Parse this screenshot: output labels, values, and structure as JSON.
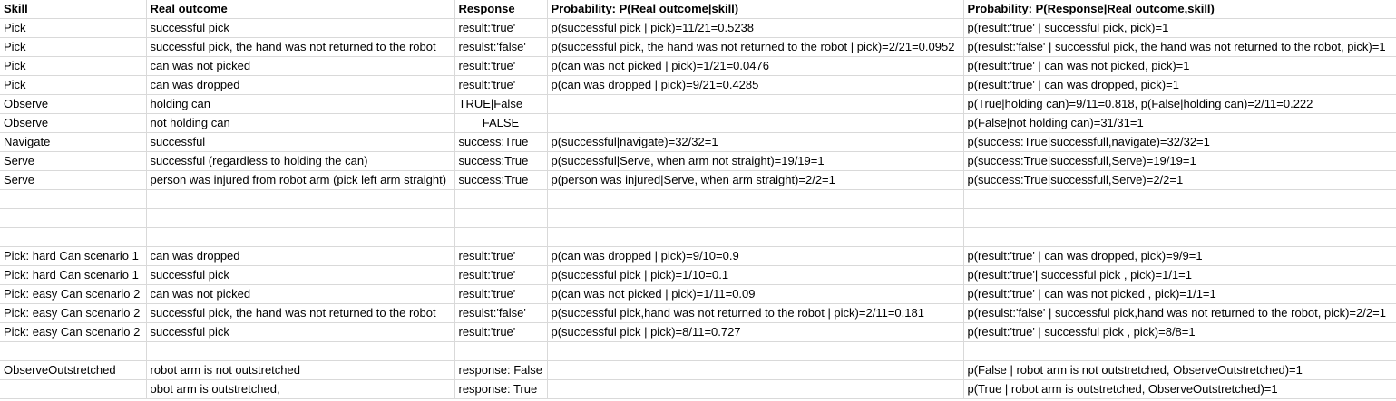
{
  "headers": [
    "Skill",
    "Real outcome",
    "Response",
    "Probability: P(Real outcome|skill)",
    "Probability: P(Response|Real outcome,skill)"
  ],
  "rows": [
    [
      "Pick",
      "successful pick",
      "result:'true'",
      "p(successful pick | pick)=11/21=0.5238",
      "p(result:'true' | successful pick, pick)=1"
    ],
    [
      "Pick",
      "successful pick, the hand was not returned to the robot",
      "resulst:'false'",
      "p(successful pick, the hand was not returned to the robot | pick)=2/21=0.0952",
      "p(resulst:'false' | successful pick, the hand was not returned to the robot, pick)=1"
    ],
    [
      "Pick",
      "can was not picked",
      "result:'true'",
      "p(can was not picked | pick)=1/21=0.0476",
      "p(result:'true' | can was not picked, pick)=1"
    ],
    [
      "Pick",
      "can was dropped",
      "result:'true'",
      "p(can was dropped | pick)=9/21=0.4285",
      "p(result:'true' | can was dropped, pick)=1"
    ],
    [
      "Observe",
      "holding can",
      "TRUE|False",
      "",
      "p(True|holding can)=9/11=0.818,  p(False|holding can)=2/11=0.222"
    ],
    [
      "Observe",
      "not holding can",
      "FALSE",
      "",
      "p(False|not holding can)=31/31=1"
    ],
    [
      "Navigate",
      "successful",
      "success:True",
      "p(successful|navigate)=32/32=1",
      "p(success:True|successfull,navigate)=32/32=1"
    ],
    [
      "Serve",
      "successful (regardless to holding the can)",
      "success:True",
      "p(successful|Serve, when arm not straight)=19/19=1",
      "p(success:True|successfull,Serve)=19/19=1"
    ],
    [
      "Serve",
      "person was injured from robot arm (pick left arm straight)",
      "success:True",
      "p(person was injured|Serve, when arm straight)=2/2=1",
      "p(success:True|successfull,Serve)=2/2=1"
    ],
    [
      "",
      "",
      "",
      "",
      ""
    ],
    [
      "",
      "",
      "",
      "",
      ""
    ],
    [
      "",
      "",
      "",
      "",
      ""
    ],
    [
      "Pick: hard Can scenario 1",
      "can was dropped",
      "result:'true'",
      "p(can was dropped | pick)=9/10=0.9",
      "p(result:'true' | can was dropped, pick)=9/9=1"
    ],
    [
      "Pick: hard Can scenario 1",
      "successful pick",
      "result:'true'",
      "p(successful pick | pick)=1/10=0.1",
      "p(result:'true'| successful pick , pick)=1/1=1"
    ],
    [
      "Pick: easy Can scenario 2",
      "can was not picked",
      "result:'true'",
      "p(can was not picked | pick)=1/11=0.09",
      "p(result:'true' | can was not picked , pick)=1/1=1"
    ],
    [
      "Pick: easy Can scenario 2",
      "successful pick, the hand was not returned to the robot",
      "resulst:'false'",
      "p(successful pick,hand was not returned to the robot | pick)=2/11=0.181",
      "p(resulst:'false' | successful pick,hand was not returned to the robot, pick)=2/2=1"
    ],
    [
      "Pick: easy Can scenario 2",
      "successful pick",
      "result:'true'",
      "p(successful pick | pick)=8/11=0.727",
      "p(result:'true' | successful pick , pick)=8/8=1"
    ],
    [
      "",
      "",
      "",
      "",
      ""
    ],
    [
      "ObserveOutstretched",
      "robot arm is not outstretched",
      "response: False",
      "",
      "p(False | robot arm is not outstretched, ObserveOutstretched)=1"
    ],
    [
      "",
      "obot arm is outstretched,",
      "response: True",
      "",
      "p(True | robot arm is outstretched, ObserveOutstretched)=1"
    ]
  ]
}
